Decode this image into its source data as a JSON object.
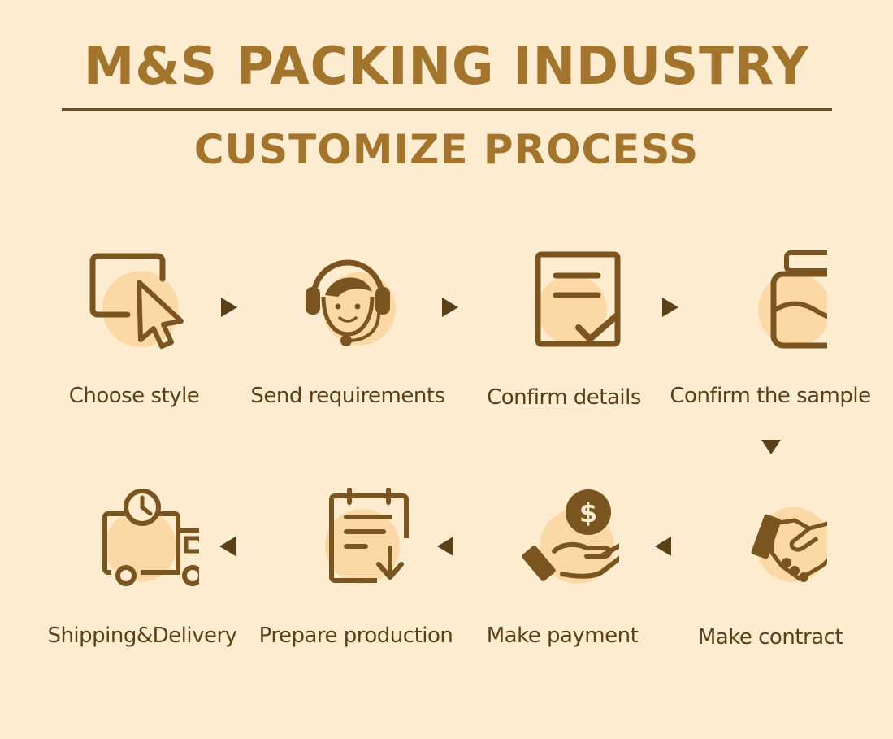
{
  "header": {
    "title": "M&S PACKING INDUSTRY",
    "subtitle": "CUSTOMIZE PROCESS"
  },
  "colors": {
    "background": "#fdecd0",
    "title": "#a3742c",
    "icon": "#7a5520",
    "icon_highlight": "#fbd9a6",
    "text": "#5a3f17"
  },
  "steps": [
    {
      "label": "Choose style",
      "icon": "cursor-window-icon"
    },
    {
      "label": "Send requirements",
      "icon": "support-agent-icon"
    },
    {
      "label": "Confirm details",
      "icon": "document-check-icon"
    },
    {
      "label": "Confirm the sample",
      "icon": "bottle-icon"
    },
    {
      "label": "Make contract",
      "icon": "handshake-icon"
    },
    {
      "label": "Make payment",
      "icon": "payment-hand-icon"
    },
    {
      "label": "Prepare production",
      "icon": "clipboard-download-icon"
    },
    {
      "label": "Shipping&Delivery",
      "icon": "delivery-truck-icon"
    }
  ]
}
